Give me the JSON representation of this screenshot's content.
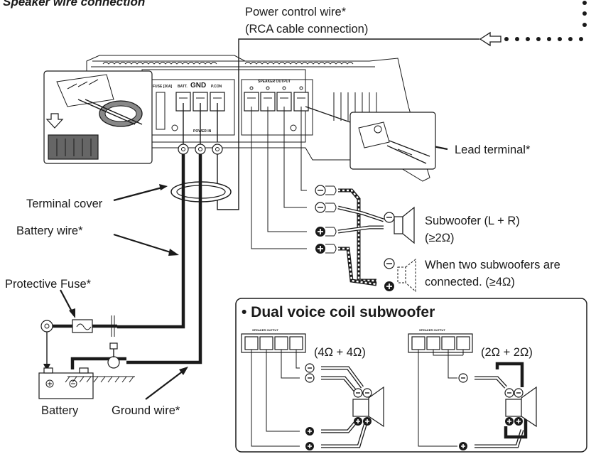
{
  "section_title": "Speaker wire connection",
  "amplifier": {
    "fuse_label": "FUSE [30A]",
    "batt_label": "BATT.",
    "gnd_label": "GND",
    "pcon_label": "P.CON",
    "power_in_label": "POWER IN",
    "speaker_output_label": "SPEAKER OUTPUT"
  },
  "labels": {
    "power_control_line1": "Power control wire*",
    "power_control_line2": "(RCA cable connection)",
    "lead_terminal": "Lead terminal*",
    "terminal_cover": "Terminal cover",
    "battery_wire": "Battery wire*",
    "protective_fuse": "Protective Fuse*",
    "battery": "Battery",
    "ground_wire": "Ground wire*",
    "subwoofer_line1": "Subwoofer (L + R)",
    "subwoofer_line2": "(≥2Ω)",
    "two_subwoofers_line1": "When two subwoofers are",
    "two_subwoofers_line2": "connected. (≥4Ω)"
  },
  "dual_voice_coil": {
    "title": "• Dual voice coil subwoofer",
    "left_impedance": "(4Ω + 4Ω)",
    "right_impedance": "(2Ω + 2Ω)"
  },
  "symbols": {
    "minus": "−",
    "plus": "+"
  },
  "icons": [
    "hollow-left-arrow-icon",
    "dotted-line-icon",
    "down-arrow-icon",
    "minus-terminal-icon",
    "plus-terminal-icon",
    "speaker-icon"
  ]
}
